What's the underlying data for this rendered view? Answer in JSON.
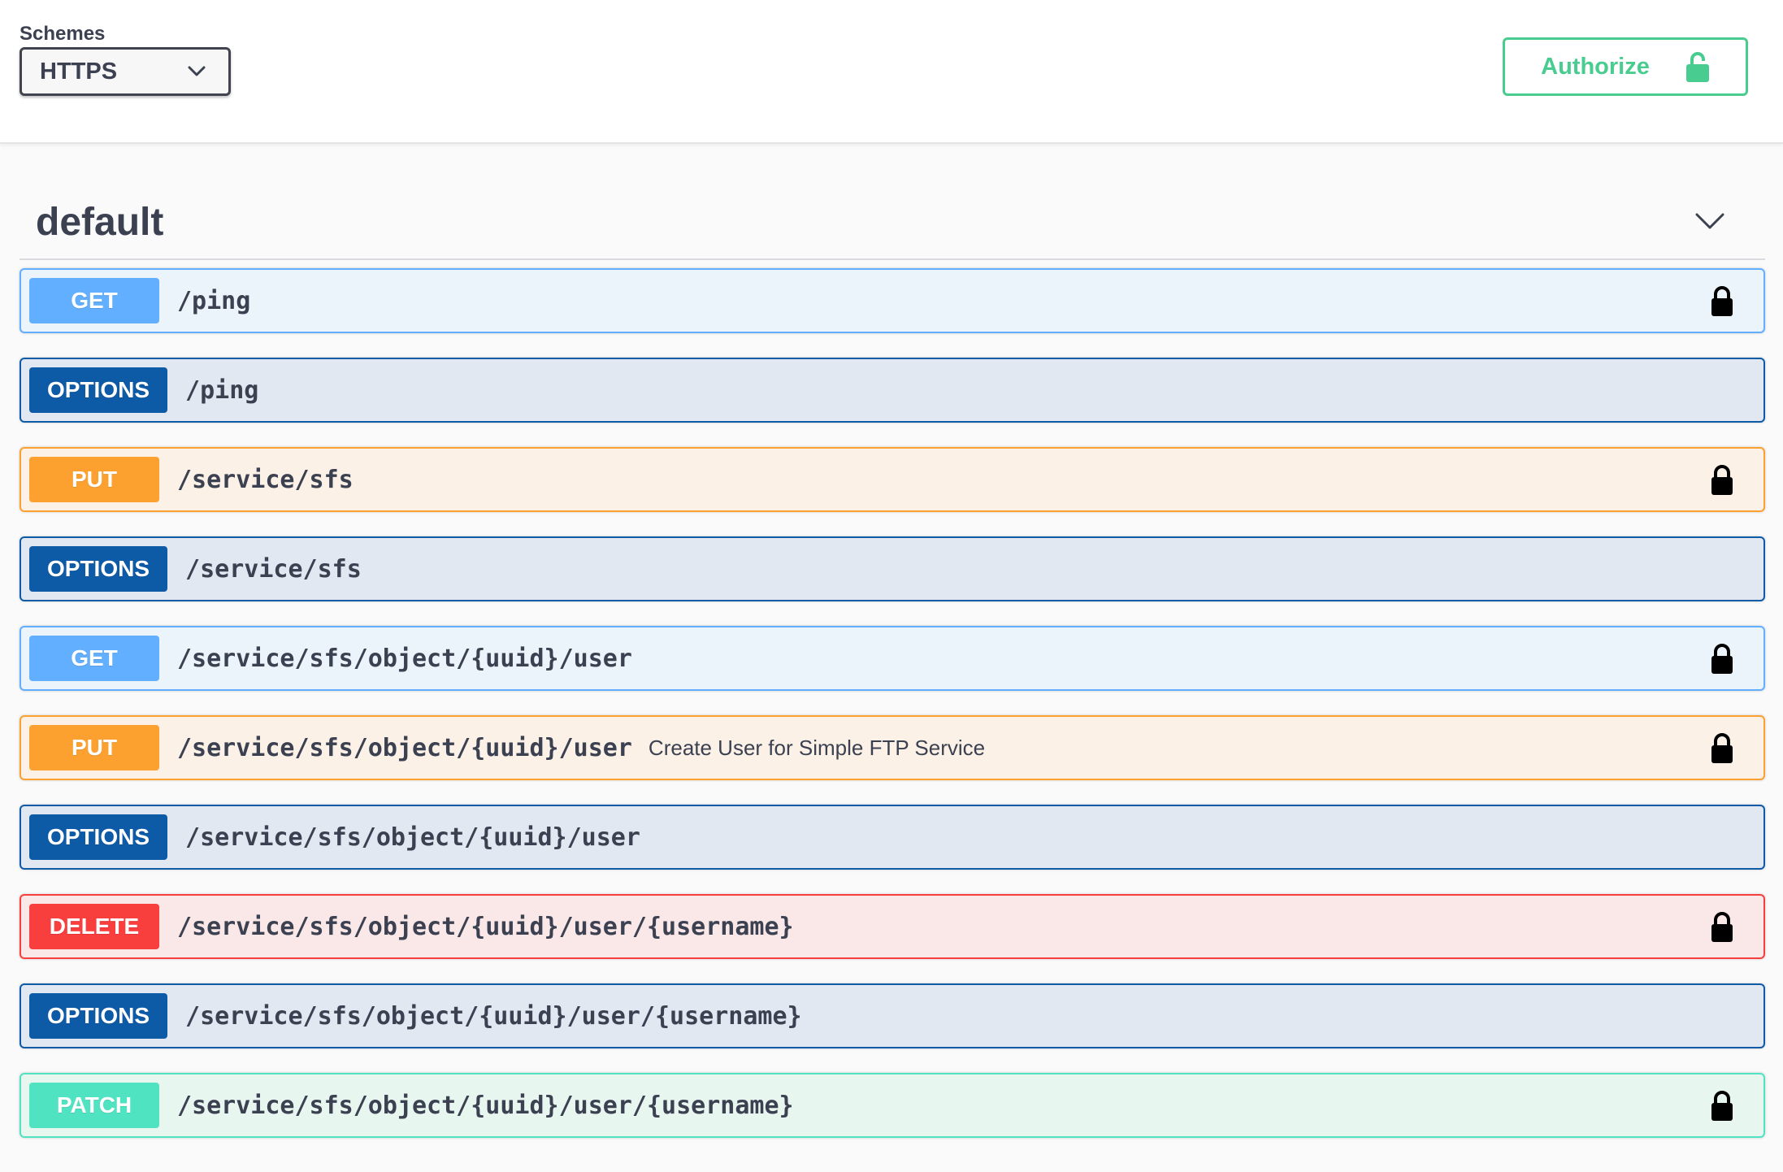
{
  "topbar": {
    "schemes_label": "Schemes",
    "scheme_selected": "HTTPS",
    "authorize_label": "Authorize"
  },
  "tag": {
    "title": "default"
  },
  "colors": {
    "get": "#61affe",
    "options": "#0d5aa7",
    "put": "#fca130",
    "delete": "#f93e3e",
    "patch": "#50e3c2",
    "authorize": "#49cc90"
  },
  "operations": [
    {
      "method": "GET",
      "path": "/ping",
      "summary": "",
      "locked": true
    },
    {
      "method": "OPTIONS",
      "path": "/ping",
      "summary": "",
      "locked": false
    },
    {
      "method": "PUT",
      "path": "/service/sfs",
      "summary": "",
      "locked": true
    },
    {
      "method": "OPTIONS",
      "path": "/service/sfs",
      "summary": "",
      "locked": false
    },
    {
      "method": "GET",
      "path": "/service/sfs/object/{uuid}/user",
      "summary": "",
      "locked": true
    },
    {
      "method": "PUT",
      "path": "/service/sfs/object/{uuid}/user",
      "summary": "Create User for Simple FTP Service",
      "locked": true
    },
    {
      "method": "OPTIONS",
      "path": "/service/sfs/object/{uuid}/user",
      "summary": "",
      "locked": false
    },
    {
      "method": "DELETE",
      "path": "/service/sfs/object/{uuid}/user/{username}",
      "summary": "",
      "locked": true
    },
    {
      "method": "OPTIONS",
      "path": "/service/sfs/object/{uuid}/user/{username}",
      "summary": "",
      "locked": false
    },
    {
      "method": "PATCH",
      "path": "/service/sfs/object/{uuid}/user/{username}",
      "summary": "",
      "locked": true
    }
  ]
}
